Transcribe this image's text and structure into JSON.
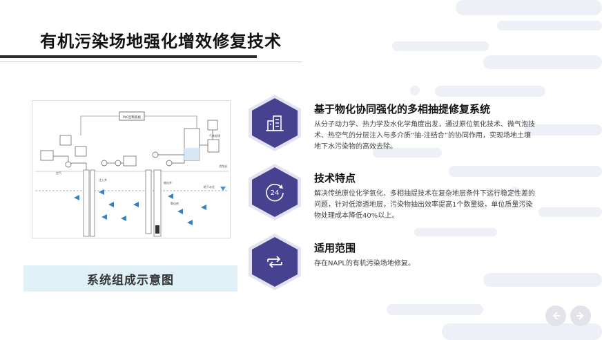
{
  "page": {
    "title": "有机污染场地强化增效修复技术"
  },
  "diagram": {
    "caption": "系统组成示意图",
    "labels": {
      "plc": "PLC控制系统",
      "gas_treat": "气体处理",
      "ab": "活性炭",
      "well": "注入井",
      "air": "空气",
      "oxidant": "氧化剂",
      "water_level": "地下水位",
      "in_well": "抽出井"
    }
  },
  "features": [
    {
      "icon": "buildings-icon",
      "title": "基于物化协同强化的多相抽提修复系统",
      "desc": "从分子动力学、热力学及水化学角度出发，通过原位氧化技术、微气泡技术、热空气的分层注入与多介质“抽-注结合”的协同作用，实现场地土壤地下水污染物的高效去除。"
    },
    {
      "icon": "24-hours-icon",
      "icon_text": "24",
      "title": "技术特点",
      "desc": "解决传统原位化学氧化、多相抽提技术在复杂地层条件下运行稳定性差的问题，针对低渗透地层，污染物抽出效率提高1个数量级，单位质量污染物处理成本降低40%以上。"
    },
    {
      "icon": "exchange-arrows-icon",
      "title": "适用范围",
      "desc": "存在NAPL的有机污染场地修复。"
    }
  ],
  "colors": {
    "accent": "#47428f",
    "hex_ring": "#e4e3f2",
    "caption_bg": "#dff1f7",
    "deco": "#eef0f7"
  }
}
